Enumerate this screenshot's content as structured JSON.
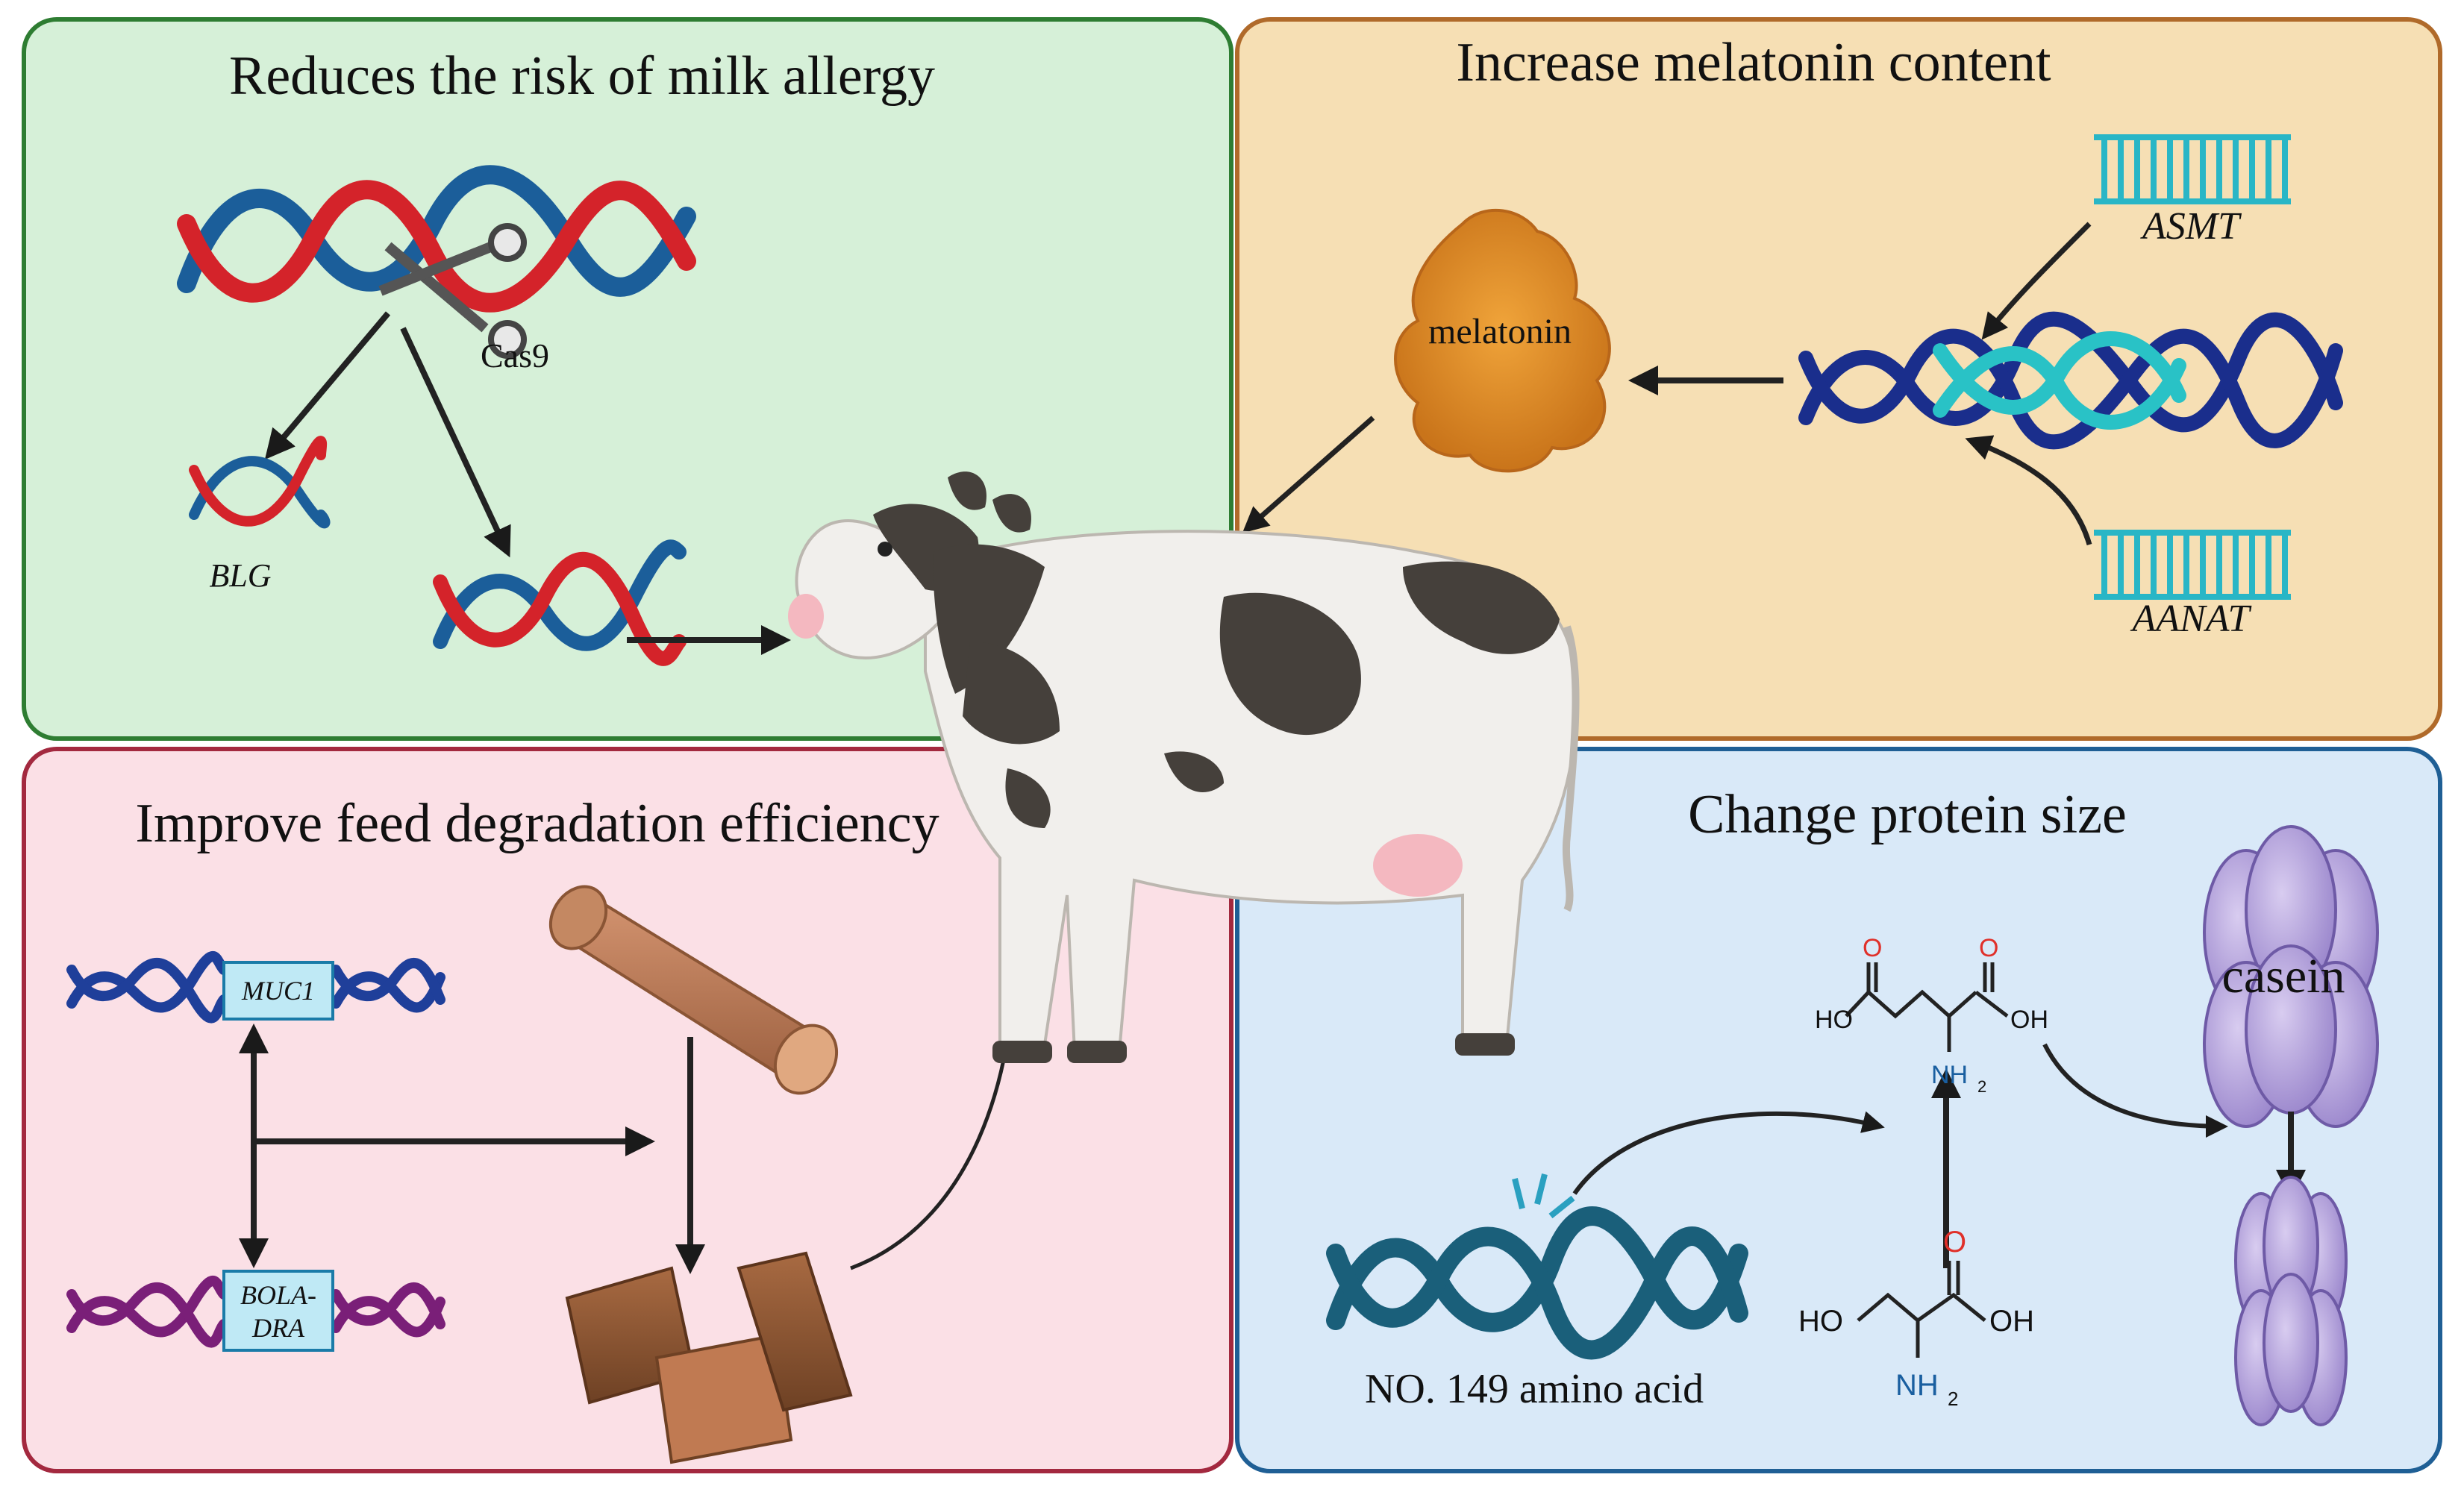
{
  "panels": {
    "allergy": {
      "title": "Reduces the risk of milk allergy",
      "bg": "#d6f0d8",
      "border": "#2e7d32",
      "cas9_label": "Cas9",
      "gene_label": "BLG"
    },
    "melatonin": {
      "title": "Increase melatonin content",
      "bg": "#f6dfb4",
      "border": "#b06a2a",
      "melatonin_label": "melatonin",
      "gene_top": "ASMT",
      "gene_bottom": "AANAT"
    },
    "feed": {
      "title": "Improve feed degradation efficiency",
      "bg": "#fbe0e6",
      "border": "#a3293f",
      "gene_top": "MUC1",
      "gene_bottom_line1": "BOLA-",
      "gene_bottom_line2": "DRA"
    },
    "protein": {
      "title": "Change protein size",
      "bg": "#d9e9f8",
      "border": "#1f5f95",
      "casein_label": "casein",
      "amino_label": "NO. 149 amino acid",
      "glu": {
        "ho": "HO",
        "oh": "OH",
        "o1": "O",
        "o2": "O",
        "n": "NH",
        "sub": "2"
      },
      "ser": {
        "ho": "HO",
        "oh": "OH",
        "o": "O",
        "n": "NH",
        "sub": "2"
      }
    }
  },
  "icons": [
    "dna-helix-icon",
    "scissors-icon",
    "cow-icon",
    "hay-log-icon",
    "casein-micelle-icon",
    "melatonin-blob-icon"
  ]
}
